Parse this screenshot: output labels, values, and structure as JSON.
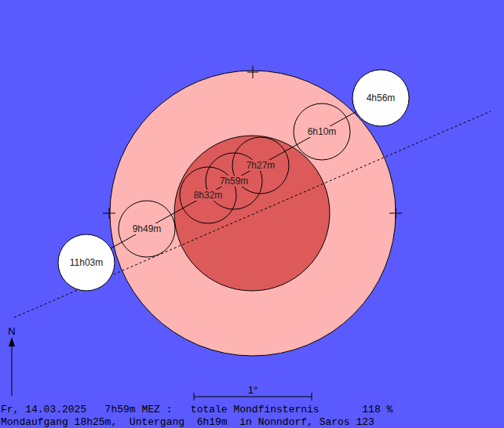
{
  "diagram": {
    "nodes": [
      {
        "text": [
          "4h56m"
        ]
      },
      {
        "text": [
          "6h10m"
        ]
      },
      {
        "text": [
          "7h27m"
        ]
      },
      {
        "text": [
          "7h59m"
        ]
      },
      {
        "text": [
          "8h32m"
        ]
      },
      {
        "text": [
          "9h49m"
        ]
      },
      {
        "text": [
          "11h03m"
        ]
      }
    ],
    "labels": [
      "N",
      "1°",
      "Fr, 14.03.2025   7h59m MEZ :   totale Mondfinsternis       118 %",
      "Mondaufgang 18h25m,  Untergang  6h19m  in Nonndorf, Saros 123"
    ]
  }
}
